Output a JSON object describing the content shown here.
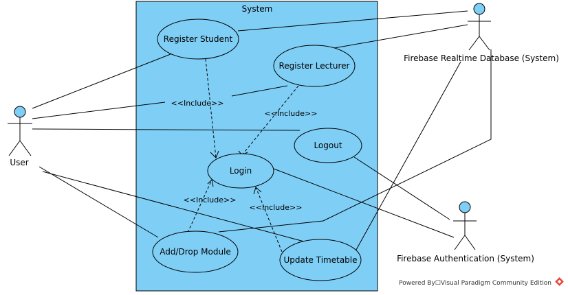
{
  "system": {
    "title": "System",
    "fill": "#7fcef5"
  },
  "use_cases": {
    "register_student": "Register Student",
    "register_lecturer": "Register Lecturer",
    "logout": "Logout",
    "login": "Login",
    "add_drop_module": "Add/Drop Module",
    "update_timetable": "Update Timetable"
  },
  "actors": {
    "user": "User",
    "firebase_db": "Firebase Realtime Database (System)",
    "firebase_auth": "Firebase Authentication (System)"
  },
  "relationships": {
    "include_label": "<<Include>>"
  },
  "watermark": {
    "text": "Powered By☐Visual Paradigm Community Edition",
    "icon": "visual-paradigm-logo-icon",
    "icon_color": "#e8443a"
  },
  "colors": {
    "actor_head": "#7fcef5",
    "use_case_fill": "#7fcef5",
    "line": "#000000"
  }
}
